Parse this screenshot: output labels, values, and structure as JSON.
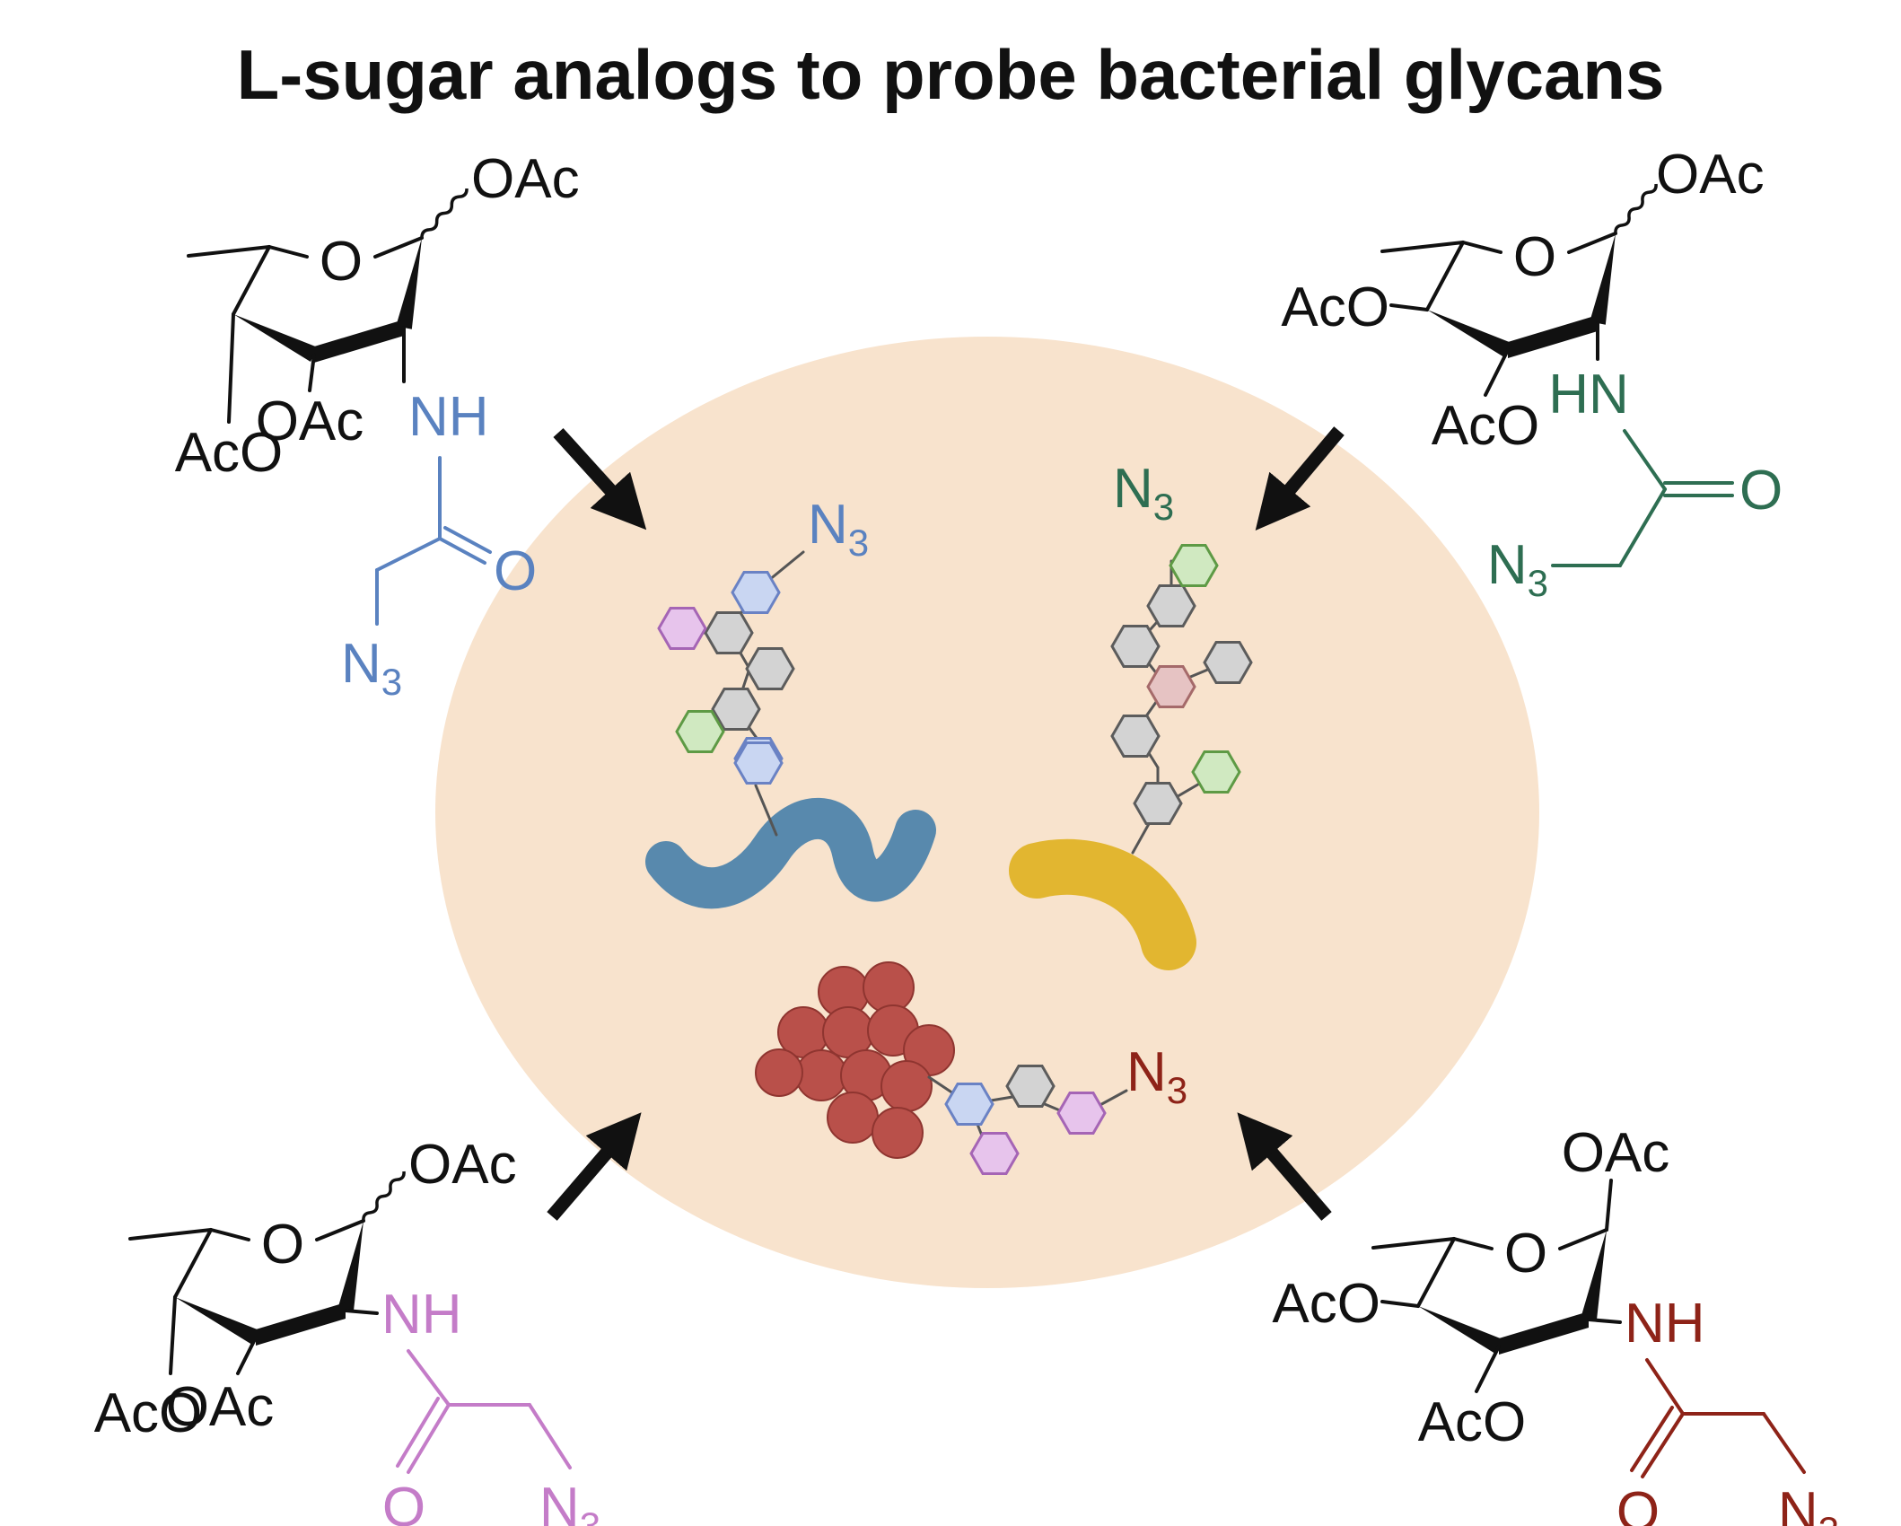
{
  "title": "L-sugar analogs to probe bacterial glycans",
  "colors": {
    "background": "#ffffff",
    "cell": "#f8e3cd",
    "black": "#111111",
    "blue": "#5a82c0",
    "green": "#2e6e52",
    "pink": "#c47cc8",
    "red": "#8e2318",
    "spiral_bacterium": "#5889ad",
    "rod_bacterium": "#e2b630",
    "coccus_cluster": "#b9504a",
    "sugar_gray": "#d3d3d3",
    "sugar_blue": "#c9d6f2",
    "sugar_pink": "#e7c4ec",
    "sugar_green": "#d0e9c1",
    "sugar_rose": "#e6c3c3"
  },
  "labels": {
    "oac": "OAc",
    "aco": "AcO",
    "nh": "NH",
    "hn": "HN",
    "o": "O",
    "n": "N",
    "three": "3"
  },
  "analogs": [
    {
      "name": "top-left",
      "color_key": "blue"
    },
    {
      "name": "top-right",
      "color_key": "green"
    },
    {
      "name": "bottom-left",
      "color_key": "pink"
    },
    {
      "name": "bottom-right",
      "color_key": "red"
    }
  ],
  "icons": [
    "arrow-icon",
    "spiral-bacterium-icon",
    "rod-bacterium-icon",
    "coccus-cluster-icon",
    "hexagon-sugar-icon"
  ]
}
